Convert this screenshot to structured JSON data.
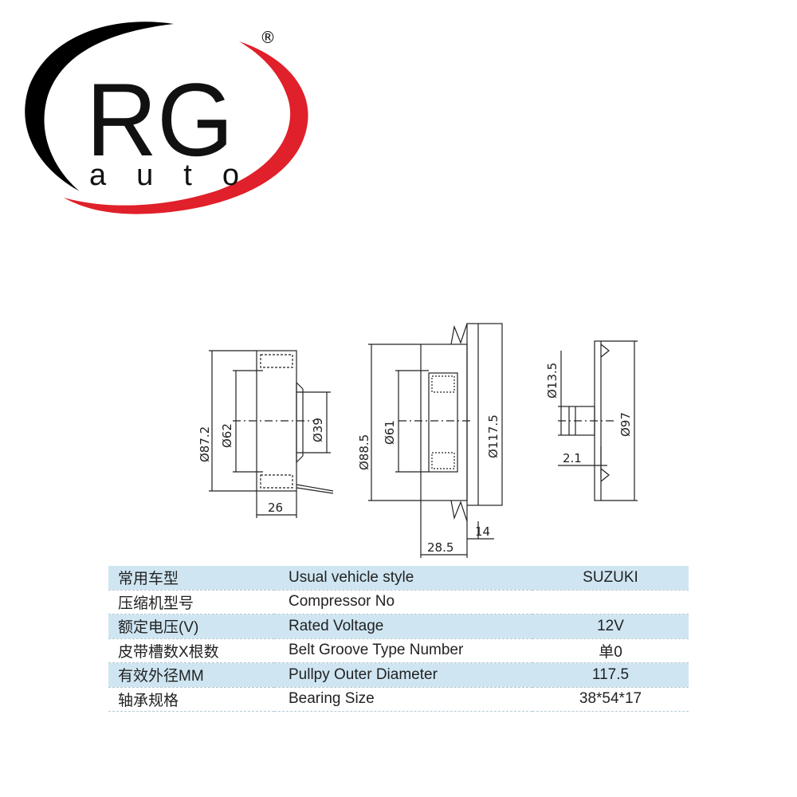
{
  "logo": {
    "lettering": "RG",
    "sub_lettering": "auto",
    "registered_mark": "®",
    "colors": {
      "swoosh_black": "#000000",
      "swoosh_red": "#e0202a"
    }
  },
  "drawing": {
    "view1": {
      "dia_outer": "Ø87.2",
      "dia_mid": "Ø62",
      "dia_inner": "Ø39",
      "width": "26"
    },
    "view2": {
      "dia_left": "Ø88.5",
      "dia_mid": "Ø61",
      "dia_outer": "Ø117.5",
      "step": "14",
      "width": "28.5"
    },
    "view3": {
      "dia_hub": "Ø13.5",
      "dia_plate": "Ø97",
      "thickness": "2.1"
    }
  },
  "spec_table": {
    "rows": [
      {
        "cn": "常用车型",
        "en": "Usual vehicle style",
        "value": "SUZUKI"
      },
      {
        "cn": "压缩机型号",
        "en": "Compressor No",
        "value": ""
      },
      {
        "cn": "额定电压(V)",
        "en": "Rated Voltage",
        "value": "12V"
      },
      {
        "cn": "皮带槽数X根数",
        "en": "Belt Groove Type Number",
        "value": "单0"
      },
      {
        "cn": "有效外径MM",
        "en": "Pullpy Outer Diameter",
        "value": "117.5"
      },
      {
        "cn": "轴承规格",
        "en": "Bearing Size",
        "value": "38*54*17"
      }
    ],
    "colors": {
      "row_highlight": "#cfe6f2",
      "text": "#222222"
    }
  }
}
